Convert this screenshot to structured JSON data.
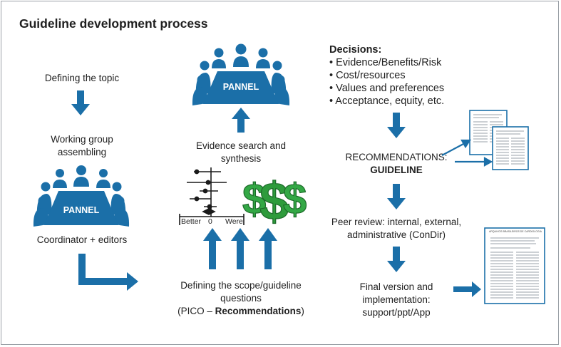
{
  "title": "Guideline development process",
  "colors": {
    "primary": "#1b6fa8",
    "money": "#2e9b3c",
    "text": "#1f1f1f"
  },
  "left": {
    "step1": "Defining the topic",
    "step2_line1": "Working group",
    "step2_line2": "assembling",
    "panel_label": "PANNEL",
    "step3": "Coordinator + editors"
  },
  "middle": {
    "panel_label": "PANNEL",
    "evidence_line1": "Evidence search and",
    "evidence_line2": "synthesis",
    "forest_plot": {
      "label_better": "Better",
      "label_zero": "0",
      "label_worse": "Were"
    },
    "money_icon": "dollar-signs",
    "scope_line1": "Defining the scope/guideline",
    "scope_line2": "questions",
    "scope_line3_prefix": "(PICO – ",
    "scope_line3_bold": "Recommendations",
    "scope_line3_suffix": ")"
  },
  "right": {
    "decisions_title": "Decisions:",
    "decisions_items": [
      "• Evidence/Benefits/Risk",
      "• Cost/resources",
      "• Values and preferences",
      "• Acceptance, equity, etc."
    ],
    "recommendations_line1": "RECOMMENDATIONS:",
    "recommendations_line2": "GUIDELINE",
    "peer_line1": "Peer review: internal, external,",
    "peer_line2": "administrative (ConDir)",
    "final_line1": "Final version and",
    "final_line2": "implementation:",
    "final_line3": "support/ppt/App",
    "document_icon": "document-page",
    "journal_header": "ARQUIVOS BRASILEIROS DE CARDIOLOGIA"
  }
}
